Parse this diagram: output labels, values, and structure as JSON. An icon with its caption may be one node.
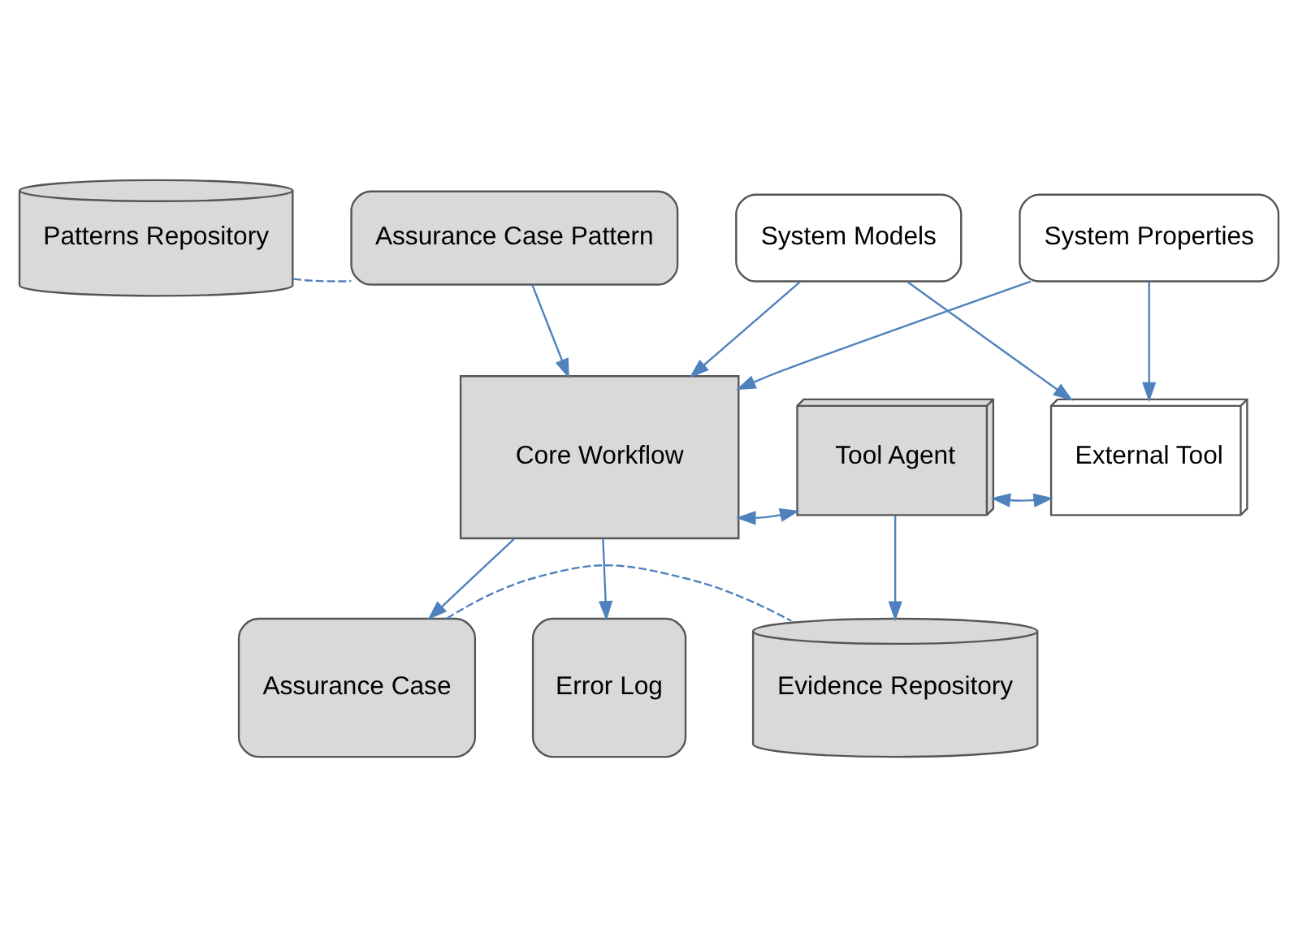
{
  "diagram": {
    "nodes": [
      {
        "text": [
          "Patterns Repository"
        ]
      },
      {
        "text": [
          "Assurance Case Pattern"
        ]
      },
      {
        "text": [
          "System Models"
        ]
      },
      {
        "text": [
          "System Properties"
        ]
      },
      {
        "text": [
          "Core Workflow"
        ]
      },
      {
        "text": [
          "Tool Agent"
        ]
      },
      {
        "text": [
          "External Tool"
        ]
      },
      {
        "text": [
          "Error Log"
        ]
      },
      {
        "text": [
          "Assurance Case"
        ]
      },
      {
        "text": [
          "Evidence Repository"
        ]
      }
    ],
    "edges": [
      {
        "from": 0,
        "to": 1,
        "arrow": "none",
        "style": "dashed"
      },
      {
        "from": 1,
        "to": 4,
        "arrow": "to"
      },
      {
        "from": 2,
        "to": 4,
        "arrow": "to"
      },
      {
        "from": 3,
        "to": 4,
        "arrow": "to"
      },
      {
        "from": 2,
        "to": 6,
        "arrow": "to"
      },
      {
        "from": 3,
        "to": 6,
        "arrow": "to"
      },
      {
        "from": 4,
        "to": 5,
        "arrow": "both"
      },
      {
        "from": 5,
        "to": 6,
        "arrow": "both"
      },
      {
        "from": 4,
        "to": 7,
        "arrow": "to"
      },
      {
        "from": 4,
        "to": 8,
        "arrow": "to"
      },
      {
        "from": 5,
        "to": 9,
        "arrow": "to"
      },
      {
        "from": 8,
        "to": 9,
        "arrow": "none",
        "style": "dashed"
      }
    ]
  }
}
